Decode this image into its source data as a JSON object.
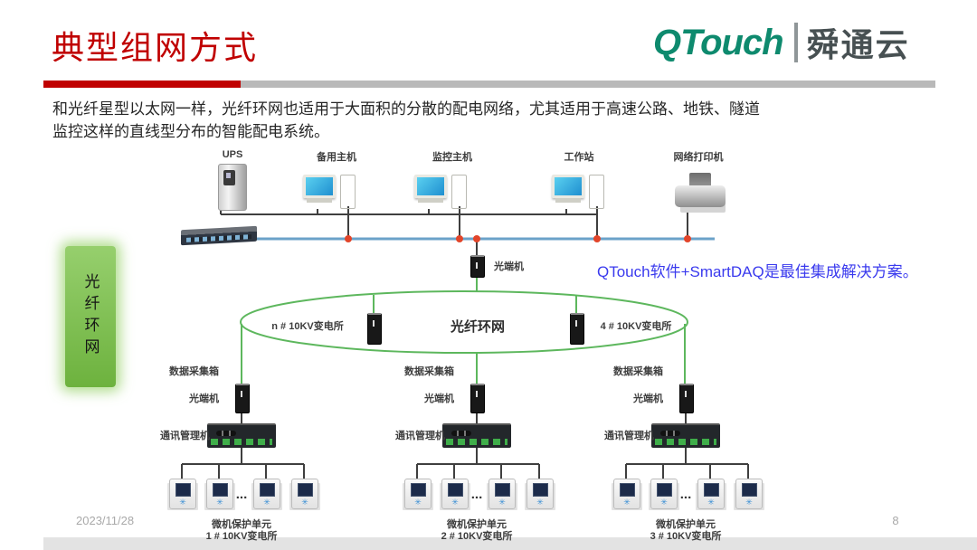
{
  "header": {
    "title": "典型组网方式",
    "logo": {
      "brand": "QTouch",
      "product": "舜通云"
    }
  },
  "intro": {
    "line1": "和光纤星型以太网一样，光纤环网也适用于大面积的分散的配电网络，尤其适用于高速公路、地铁、隧道",
    "line2": "监控这样的直线型分布的智能配电系统。"
  },
  "annotation": "QTouch软件+SmartDAQ是最佳集成解决方案。",
  "side_label": "光纤环网",
  "diagram": {
    "top_devices": [
      {
        "label": "UPS"
      },
      {
        "label": "备用主机"
      },
      {
        "label": "监控主机"
      },
      {
        "label": "工作站"
      },
      {
        "label": "网络打印机"
      }
    ],
    "optical_terminal": "光端机",
    "ring": {
      "title": "光纤环网",
      "left_station": "n # 10KV变电所",
      "right_station": "4 # 10KV变电所"
    },
    "branch_labels": {
      "collector": "数据采集箱",
      "terminal": "光端机",
      "manager": "通讯管理机",
      "unit": "微机保护单元",
      "ellipsis": "..."
    },
    "branches": [
      {
        "station": "1 # 10KV变电所"
      },
      {
        "station": "2 # 10KV变电所"
      },
      {
        "station": "3 # 10KV变电所"
      }
    ]
  },
  "footer": {
    "date": "2023/11/28",
    "page": "8"
  },
  "colors": {
    "title_red": "#c00000",
    "divider_gray": "#b9b9b9",
    "logo_green": "#0e8a6e",
    "logo_dark": "#475052",
    "annotation_blue": "#3a3aee",
    "ring_green": "#5db75d",
    "bus_blue": "#6ba2c9",
    "dot_red": "#e2452a",
    "side_box_green": "#7cbf52"
  }
}
